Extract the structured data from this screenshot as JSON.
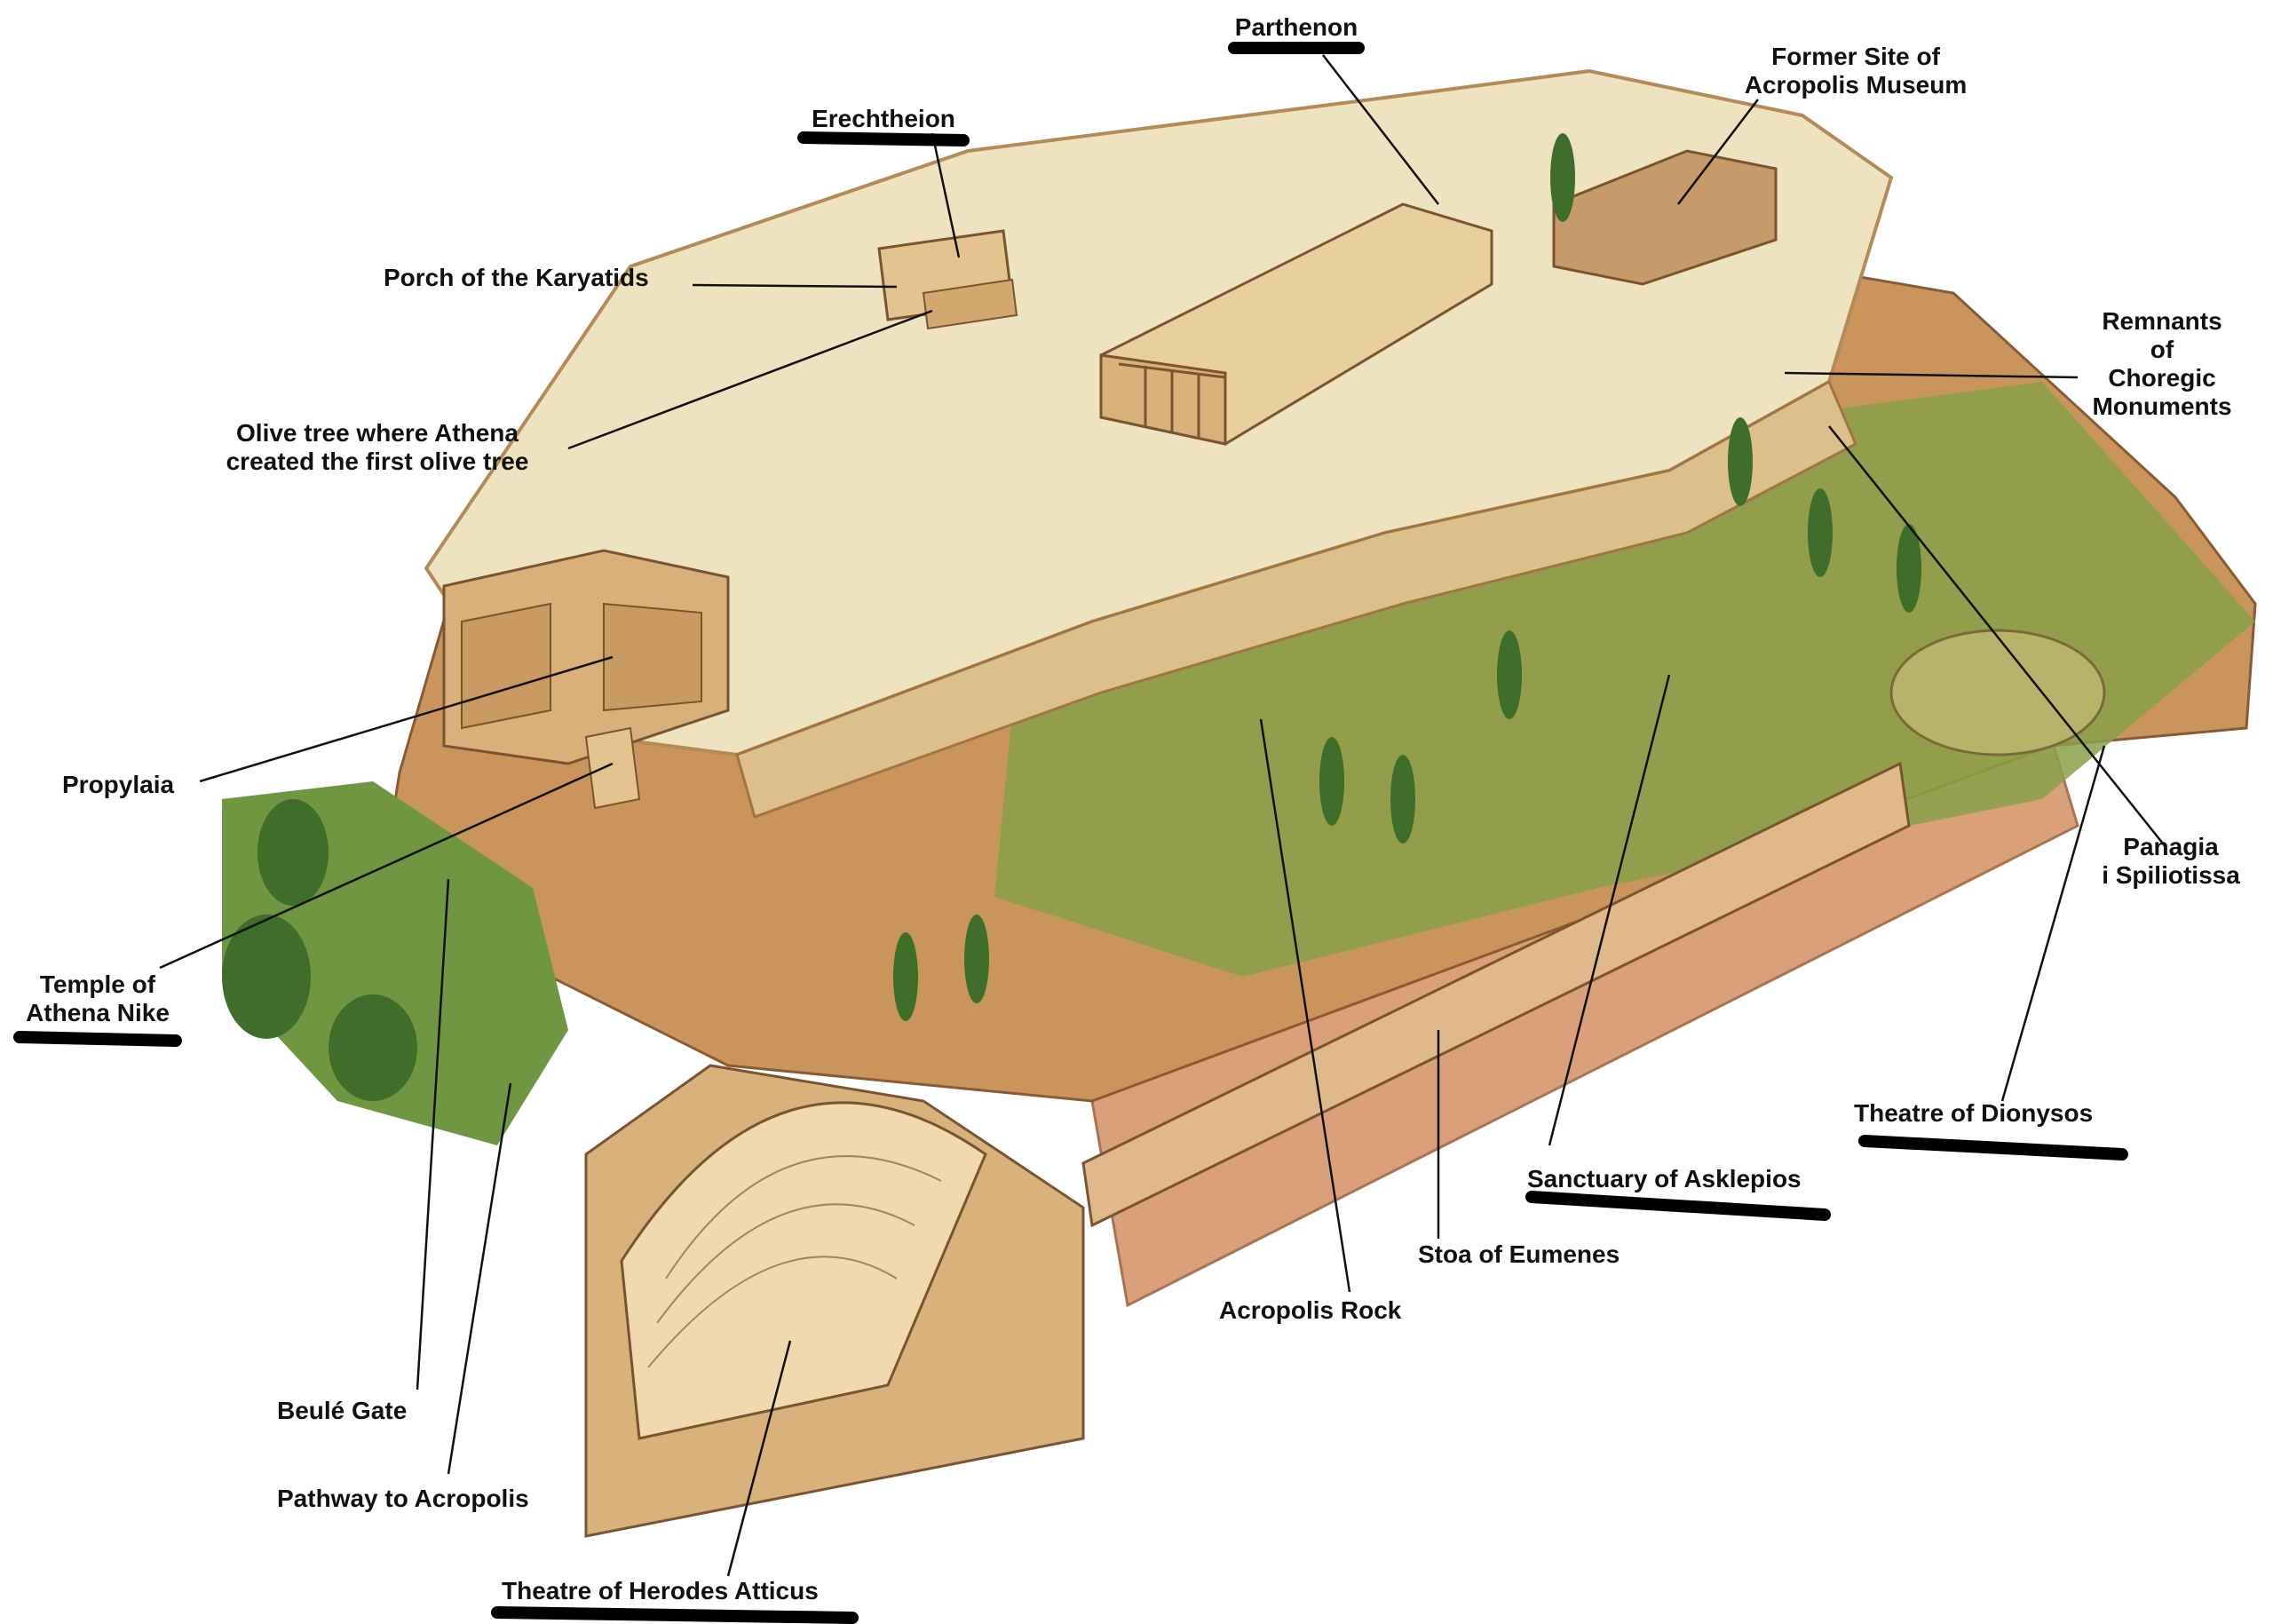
{
  "labels": {
    "parthenon": "Parthenon",
    "erechtheion": "Erechtheion",
    "former_museum": [
      "Former Site of",
      "Acropolis Museum"
    ],
    "karyatids": "Porch of the Karyatids",
    "olive_tree": [
      "Olive tree where Athena",
      "created the first olive tree"
    ],
    "choregic": [
      "Remnants",
      "of",
      "Choregic",
      "Monuments"
    ],
    "propylaia": "Propylaia",
    "athena_nike": [
      "Temple of",
      "Athena Nike"
    ],
    "panagia": [
      "Panagia",
      "i Spiliotissa"
    ],
    "dionysos": "Theatre of Dionysos",
    "asklepios": "Sanctuary of Asklepios",
    "eumenes": "Stoa of Eumenes",
    "rock": "Acropolis Rock",
    "beule": "Beulé Gate",
    "pathway": "Pathway to Acropolis",
    "herodes": "Theatre of Herodes Atticus"
  },
  "colors": {
    "label_text": "#111111",
    "leader_line": "#111111",
    "highlight_underline": "#000000",
    "platform": "#efe2bf",
    "rock": "#c9955c",
    "vegetation": "#8aa04a",
    "trees": "#3f6e2a",
    "ground": "#d9a07a",
    "stone": "#e0b98a"
  }
}
